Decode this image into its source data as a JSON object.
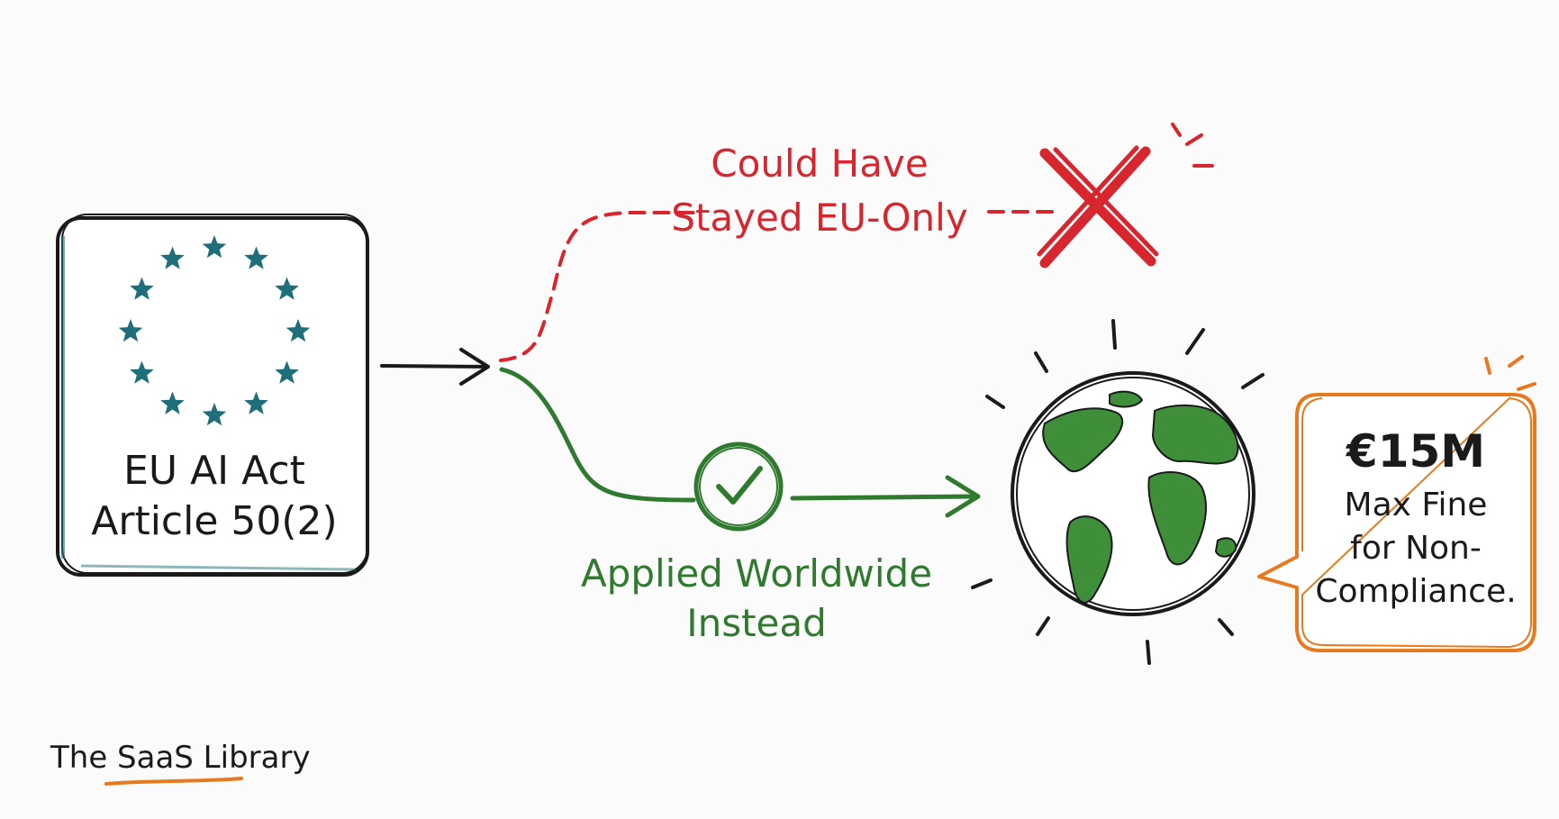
{
  "source_box": {
    "line1": "EU AI Act",
    "line2": "Article 50(2)",
    "emblem_icon": "eu-stars-icon",
    "star_color": "#1e6f7a"
  },
  "rejected_path": {
    "line1": "Could Have",
    "line2": "Stayed EU-Only",
    "color": "#d7262e",
    "marker_icon": "x-mark-icon"
  },
  "chosen_path": {
    "line1": "Applied Worldwide",
    "line2": "Instead",
    "color": "#2f7a2f",
    "marker_icon": "check-circle-icon"
  },
  "destination": {
    "icon": "globe-icon",
    "land_color": "#3f8f3a"
  },
  "callout": {
    "amount": "€15M",
    "line1": "Max Fine",
    "line2": "for Non-",
    "line3": "Compliance.",
    "color": "#e77a1f"
  },
  "brand": {
    "name": "The SaaS Library",
    "underline_color": "#e77a1f"
  }
}
